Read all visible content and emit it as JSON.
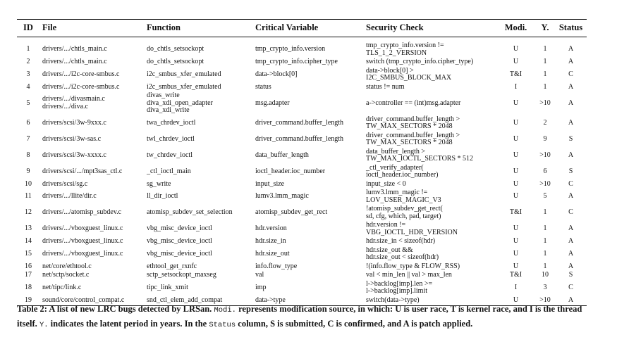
{
  "table": {
    "headers": [
      "ID",
      "File",
      "Function",
      "Critical Variable",
      "Security Check",
      "Modi.",
      "Y.",
      "Status"
    ],
    "rows": [
      {
        "id": "1",
        "file": [
          "drivers/.../chtls_main.c"
        ],
        "func": [
          "do_chtls_setsockopt"
        ],
        "var": "tmp_crypto_info.version",
        "check": [
          "tmp_crypto_info.version !=",
          "TLS_1_2_VERSION"
        ],
        "modi": "U",
        "y": "1",
        "status": "A"
      },
      {
        "id": "2",
        "file": [
          "drivers/.../chtls_main.c"
        ],
        "func": [
          "do_chtls_setsockopt"
        ],
        "var": "tmp_crypto_info.cipher_type",
        "check": [
          "switch (tmp_crypto_info.cipher_type)"
        ],
        "modi": "U",
        "y": "1",
        "status": "A"
      },
      {
        "id": "3",
        "file": [
          "drivers/.../i2c-core-smbus.c"
        ],
        "func": [
          "i2c_smbus_xfer_emulated"
        ],
        "var": "data->block[0]",
        "check": [
          "data->block[0] >",
          "I2C_SMBUS_BLOCK_MAX"
        ],
        "modi": "T&I",
        "y": "1",
        "status": "C"
      },
      {
        "id": "4",
        "file": [
          "drivers/.../i2c-core-smbus.c"
        ],
        "func": [
          "i2c_smbus_xfer_emulated"
        ],
        "var": "status",
        "check": [
          "status != num"
        ],
        "modi": "I",
        "y": "1",
        "status": "A"
      },
      {
        "id": "5",
        "file": [
          "drivers/.../divasmain.c",
          "drivers/.../diva.c"
        ],
        "func": [
          "divas_write",
          "diva_xdi_open_adapter",
          "diva_xdi_write"
        ],
        "var": "msg.adapter",
        "check": [
          "a->controller == (int)msg.adapter"
        ],
        "modi": "U",
        "y": ">10",
        "status": "A"
      },
      {
        "id": "6",
        "file": [
          "drivers/scsi/3w-9xxx.c"
        ],
        "func": [
          "twa_chrdev_ioctl"
        ],
        "var": "driver_command.buffer_length",
        "check": [
          "driver_command.buffer_length >",
          "TW_MAX_SECTORS * 2048"
        ],
        "modi": "U",
        "y": "2",
        "status": "A"
      },
      {
        "id": "7",
        "file": [
          "drivers/scsi/3w-sas.c"
        ],
        "func": [
          "twl_chrdev_ioctl"
        ],
        "var": "driver_command.buffer_length",
        "check": [
          "driver_command.buffer_length >",
          "TW_MAX_SECTORS * 2048"
        ],
        "modi": "U",
        "y": "9",
        "status": "S"
      },
      {
        "id": "8",
        "file": [
          "drivers/scsi/3w-xxxx.c"
        ],
        "func": [
          "tw_chrdev_ioctl"
        ],
        "var": "data_buffer_length",
        "check": [
          "data_buffer_length >",
          "TW_MAX_IOCTL_SECTORS * 512"
        ],
        "modi": "U",
        "y": ">10",
        "status": "A"
      },
      {
        "id": "9",
        "file": [
          "drivers/scsi/.../mpt3sas_ctl.c"
        ],
        "func": [
          "_ctl_ioctl_main"
        ],
        "var": "ioctl_header.ioc_number",
        "check": [
          "_ctl_verify_adapter(",
          "ioctl_header.ioc_number)"
        ],
        "modi": "U",
        "y": "6",
        "status": "S"
      },
      {
        "id": "10",
        "file": [
          "drivers/scsi/sg.c"
        ],
        "func": [
          "sg_write"
        ],
        "var": "input_size",
        "check": [
          "input_size < 0"
        ],
        "modi": "U",
        "y": ">10",
        "status": "C"
      },
      {
        "id": "11",
        "file": [
          "drivers/.../llite/dir.c"
        ],
        "func": [
          "ll_dir_ioctl"
        ],
        "var": "lumv3.lmm_magic",
        "check": [
          "lumv3.lmm_magic !=",
          "LOV_USER_MAGIC_V3"
        ],
        "modi": "U",
        "y": "5",
        "status": "A"
      },
      {
        "id": "12",
        "file": [
          "drivers/.../atomisp_subdev.c"
        ],
        "func": [
          "atomisp_subdev_set_selection"
        ],
        "var": "atomisp_subdev_get_rect",
        "check": [
          "!atomisp_subdev_get_rect(",
          "sd, cfg, which, pad, target)"
        ],
        "modi": "T&I",
        "y": "1",
        "status": "C"
      },
      {
        "id": "13",
        "file": [
          "drivers/.../vboxguest_linux.c"
        ],
        "func": [
          "vbg_misc_device_ioctl"
        ],
        "var": "hdr.version",
        "check": [
          "hdr.version !=",
          "VBG_IOCTL_HDR_VERSION"
        ],
        "modi": "U",
        "y": "1",
        "status": "A"
      },
      {
        "id": "14",
        "file": [
          "drivers/.../vboxguest_linux.c"
        ],
        "func": [
          "vbg_misc_device_ioctl"
        ],
        "var": "hdr.size_in",
        "check": [
          "hdr.size_in < sizeof(hdr)"
        ],
        "modi": "U",
        "y": "1",
        "status": "A"
      },
      {
        "id": "15",
        "file": [
          "drivers/.../vboxguest_linux.c"
        ],
        "func": [
          "vbg_misc_device_ioctl"
        ],
        "var": "hdr.size_out",
        "check": [
          "hdr.size_out &&",
          "hdr.size_out < sizeof(hdr)"
        ],
        "modi": "U",
        "y": "1",
        "status": "A"
      },
      {
        "id": "16",
        "file": [
          "net/core/ethtool.c"
        ],
        "func": [
          "ethtool_get_rxnfc"
        ],
        "var": "info.flow_type",
        "check": [
          "!(info.flow_type & FLOW_RSS)"
        ],
        "modi": "U",
        "y": "1",
        "status": "A"
      },
      {
        "id": "17",
        "file": [
          "net/sctp/socket.c"
        ],
        "func": [
          "sctp_setsockopt_maxseg"
        ],
        "var": "val",
        "check": [
          "val < min_len || val > max_len"
        ],
        "modi": "T&I",
        "y": "10",
        "status": "S"
      },
      {
        "id": "18",
        "file": [
          "net/tipc/link.c"
        ],
        "func": [
          "tipc_link_xmit"
        ],
        "var": "imp",
        "check": [
          "l->backlog[imp].len >=",
          "l->backlog[imp].limit"
        ],
        "modi": "I",
        "y": "3",
        "status": "C"
      },
      {
        "id": "19",
        "file": [
          "sound/core/control_compat.c"
        ],
        "func": [
          "snd_ctl_elem_add_compat"
        ],
        "var": "data->type",
        "check": [
          "switch(data->type)"
        ],
        "modi": "U",
        "y": ">10",
        "status": "A"
      }
    ]
  },
  "caption": {
    "t1": "Table 2: A list of new LRC bugs detected by LRSan. ",
    "m1": "Modi.",
    "t2": " represents modification source, in which: U is user race, T is kernel race, and I is the thread itself. ",
    "m2": "Y.",
    "t3": " indicates the latent period in years. In the ",
    "m3": "Status",
    "t4": " column, S is submitted, C is confirmed, and A is patch applied."
  }
}
